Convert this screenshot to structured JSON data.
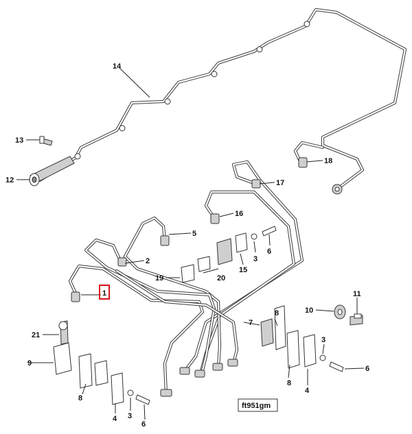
{
  "callouts": {
    "c1": "1",
    "c2": "2",
    "c3a": "3",
    "c3b": "3",
    "c3c": "3",
    "c4a": "4",
    "c4b": "4",
    "c5": "5",
    "c6a": "6",
    "c6b": "6",
    "c6c": "6",
    "c7": "7",
    "c8a": "8",
    "c8b": "8",
    "c9": "9",
    "c10": "10",
    "c11": "11",
    "c12": "12",
    "c13": "13",
    "c14": "14",
    "c15": "15",
    "c16": "16",
    "c17": "17",
    "c18": "18",
    "c19": "19",
    "c20": "20",
    "c21": "21"
  },
  "figure_code": "ft951gm",
  "highlight_color": "#d8141c",
  "line_color": "#3a3a3a"
}
